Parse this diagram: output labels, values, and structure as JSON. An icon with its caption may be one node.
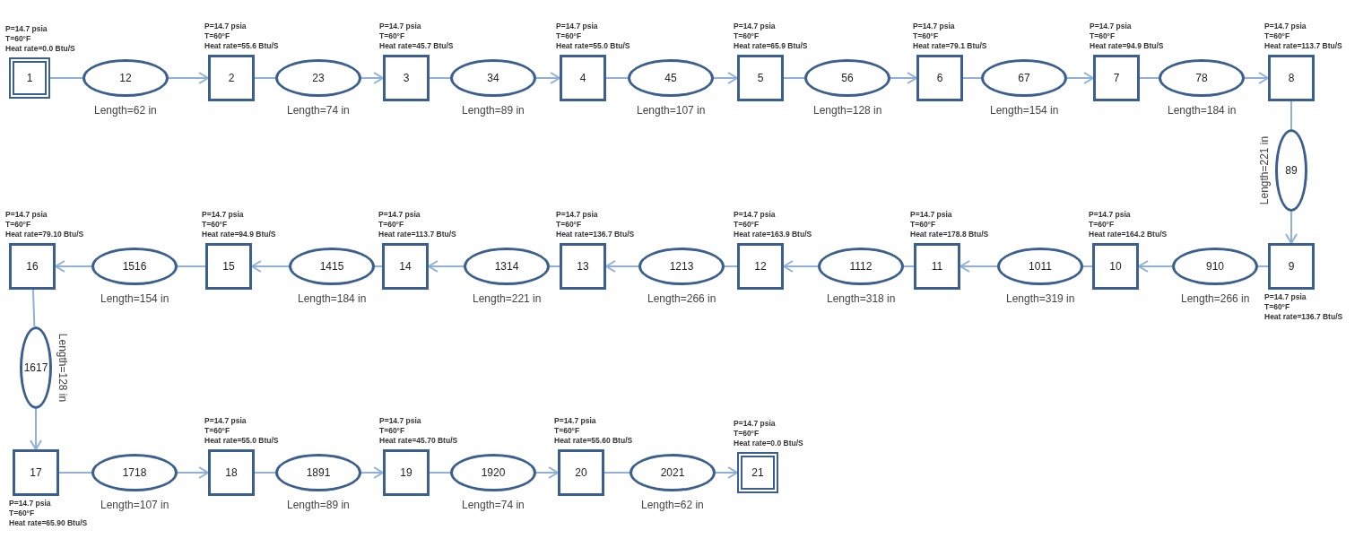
{
  "diagram": {
    "nodes": [
      {
        "text": [
          "1"
        ],
        "beside": [
          "P=14.7 psia",
          "T=60°F",
          "Heat rate=0.0 Btu/S"
        ]
      },
      {
        "text": [
          "12"
        ],
        "beside": [
          "Length=62 in"
        ]
      },
      {
        "text": [
          "2"
        ],
        "beside": [
          "P=14.7 psia",
          "T=60°F",
          "Heat rate=55.6 Btu/S"
        ]
      },
      {
        "text": [
          "23"
        ],
        "beside": [
          "Length=74 in"
        ]
      },
      {
        "text": [
          "3"
        ],
        "beside": [
          "P=14.7 psia",
          "T=60°F",
          "Heat rate=45.7 Btu/S"
        ]
      },
      {
        "text": [
          "34"
        ],
        "beside": [
          "Length=89 in"
        ]
      },
      {
        "text": [
          "4"
        ],
        "beside": [
          "P=14.7 psia",
          "T=60°F",
          "Heat rate=55.0 Btu/S"
        ]
      },
      {
        "text": [
          "45"
        ],
        "beside": [
          "Length=107 in"
        ]
      },
      {
        "text": [
          "5"
        ],
        "beside": [
          "P=14.7 psia",
          "T=60°F",
          "Heat rate=65.9 Btu/S"
        ]
      },
      {
        "text": [
          "56"
        ],
        "beside": [
          "Length=128 in"
        ]
      },
      {
        "text": [
          "6"
        ],
        "beside": [
          "P=14.7 psia",
          "T=60°F",
          "Heat rate=79.1 Btu/S"
        ]
      },
      {
        "text": [
          "67"
        ],
        "beside": [
          "Length=154 in"
        ]
      },
      {
        "text": [
          "7"
        ],
        "beside": [
          "P=14.7 psia",
          "T=60°F",
          "Heat rate=94.9 Btu/S"
        ]
      },
      {
        "text": [
          "78"
        ],
        "beside": [
          "Length=184 in"
        ]
      },
      {
        "text": [
          "8"
        ],
        "beside": [
          "P=14.7 psia",
          "T=60°F",
          "Heat rate=113.7 Btu/S"
        ]
      },
      {
        "text": [
          "89"
        ],
        "beside": [
          "Length=221 in"
        ]
      },
      {
        "text": [
          "9"
        ],
        "beside": [
          "P=14.7 psia",
          "T=60°F",
          "Heat rate=136.7 Btu/S"
        ]
      },
      {
        "text": [
          "910"
        ],
        "beside": [
          "Length=266 in"
        ]
      },
      {
        "text": [
          "10"
        ],
        "beside": [
          "P=14.7 psia",
          "T=60°F",
          "Heat rate=164.2 Btu/S"
        ]
      },
      {
        "text": [
          "1011"
        ],
        "beside": [
          "Length=319 in"
        ]
      },
      {
        "text": [
          "11"
        ],
        "beside": [
          "P=14.7 psia",
          "T=60°F",
          "Heat rate=178.8 Btu/S"
        ]
      },
      {
        "text": [
          "1112"
        ],
        "beside": [
          "Length=318 in"
        ]
      },
      {
        "text": [
          "12"
        ],
        "beside": [
          "P=14.7 psia",
          "T=60°F",
          "Heat rate=163.9 Btu/S"
        ]
      },
      {
        "text": [
          "1213"
        ],
        "beside": [
          "Length=266 in"
        ]
      },
      {
        "text": [
          "13"
        ],
        "beside": [
          "P=14.7 psia",
          "T=60°F",
          "Heat rate=136.7 Btu/S"
        ]
      },
      {
        "text": [
          "1314"
        ],
        "beside": [
          "Length=221 in"
        ]
      },
      {
        "text": [
          "14"
        ],
        "beside": [
          "P=14.7 psia",
          "T=60°F",
          "Heat rate=113.7 Btu/S"
        ]
      },
      {
        "text": [
          "1415"
        ],
        "beside": [
          "Length=184 in"
        ]
      },
      {
        "text": [
          "15"
        ],
        "beside": [
          "P=14.7 psia",
          "T=60°F",
          "Heat rate=94.9 Btu/S"
        ]
      },
      {
        "text": [
          "1516"
        ],
        "beside": [
          "Length=154 in"
        ]
      },
      {
        "text": [
          "16"
        ],
        "beside": [
          "P=14.7 psia",
          "T=60°F",
          "Heat rate=79.10 Btu/S"
        ]
      },
      {
        "text": [
          "1617"
        ],
        "beside": [
          "Length=128 in"
        ]
      },
      {
        "text": [
          "17"
        ],
        "beside": [
          "P=14.7 psia",
          "T=60°F",
          "Heat rate=65.90 Btu/S"
        ]
      },
      {
        "text": [
          "1718"
        ],
        "beside": [
          "Length=107 in"
        ]
      },
      {
        "text": [
          "18"
        ],
        "beside": [
          "P=14.7 psia",
          "T=60°F",
          "Heat rate=55.0 Btu/S"
        ]
      },
      {
        "text": [
          "1891"
        ],
        "beside": [
          "Length=89 in"
        ]
      },
      {
        "text": [
          "19"
        ],
        "beside": [
          "P=14.7 psia",
          "T=60°F",
          "Heat rate=45.70 Btu/S"
        ]
      },
      {
        "text": [
          "1920"
        ],
        "beside": [
          "Length=74 in"
        ]
      },
      {
        "text": [
          "20"
        ],
        "beside": [
          "P=14.7 psia",
          "T=60°F",
          "Heat rate=55.60 Btu/S"
        ]
      },
      {
        "text": [
          "2021"
        ],
        "beside": [
          "Length=62 in"
        ]
      },
      {
        "text": [
          "21"
        ],
        "beside": [
          "P=14.7 psia",
          "T=60°F",
          "Heat rate=0.0 Btu/S"
        ]
      }
    ],
    "edges": [
      {
        "from": 0,
        "to": 1,
        "arrow": "none"
      },
      {
        "from": 1,
        "to": 2,
        "arrow": "to"
      },
      {
        "from": 2,
        "to": 3,
        "arrow": "none"
      },
      {
        "from": 3,
        "to": 4,
        "arrow": "to"
      },
      {
        "from": 4,
        "to": 5,
        "arrow": "none"
      },
      {
        "from": 5,
        "to": 6,
        "arrow": "to"
      },
      {
        "from": 6,
        "to": 7,
        "arrow": "none"
      },
      {
        "from": 7,
        "to": 8,
        "arrow": "to"
      },
      {
        "from": 8,
        "to": 9,
        "arrow": "none"
      },
      {
        "from": 9,
        "to": 10,
        "arrow": "to"
      },
      {
        "from": 10,
        "to": 11,
        "arrow": "none"
      },
      {
        "from": 11,
        "to": 12,
        "arrow": "to"
      },
      {
        "from": 12,
        "to": 13,
        "arrow": "none"
      },
      {
        "from": 13,
        "to": 14,
        "arrow": "to"
      },
      {
        "from": 14,
        "to": 15,
        "arrow": "none"
      },
      {
        "from": 15,
        "to": 16,
        "arrow": "to"
      },
      {
        "from": 16,
        "to": 17,
        "arrow": "none"
      },
      {
        "from": 17,
        "to": 18,
        "arrow": "to"
      },
      {
        "from": 18,
        "to": 19,
        "arrow": "none"
      },
      {
        "from": 19,
        "to": 20,
        "arrow": "to"
      },
      {
        "from": 20,
        "to": 21,
        "arrow": "none"
      },
      {
        "from": 21,
        "to": 22,
        "arrow": "to"
      },
      {
        "from": 22,
        "to": 23,
        "arrow": "none"
      },
      {
        "from": 23,
        "to": 24,
        "arrow": "to"
      },
      {
        "from": 24,
        "to": 25,
        "arrow": "none"
      },
      {
        "from": 25,
        "to": 26,
        "arrow": "to"
      },
      {
        "from": 26,
        "to": 27,
        "arrow": "none"
      },
      {
        "from": 27,
        "to": 28,
        "arrow": "to"
      },
      {
        "from": 28,
        "to": 29,
        "arrow": "none"
      },
      {
        "from": 29,
        "to": 30,
        "arrow": "to"
      },
      {
        "from": 30,
        "to": 31,
        "arrow": "none"
      },
      {
        "from": 31,
        "to": 32,
        "arrow": "to"
      },
      {
        "from": 32,
        "to": 33,
        "arrow": "none"
      },
      {
        "from": 33,
        "to": 34,
        "arrow": "to"
      },
      {
        "from": 34,
        "to": 35,
        "arrow": "none"
      },
      {
        "from": 35,
        "to": 36,
        "arrow": "to"
      },
      {
        "from": 36,
        "to": 37,
        "arrow": "none"
      },
      {
        "from": 37,
        "to": 38,
        "arrow": "to"
      },
      {
        "from": 38,
        "to": 39,
        "arrow": "none"
      },
      {
        "from": 39,
        "to": 40,
        "arrow": "to"
      }
    ]
  }
}
